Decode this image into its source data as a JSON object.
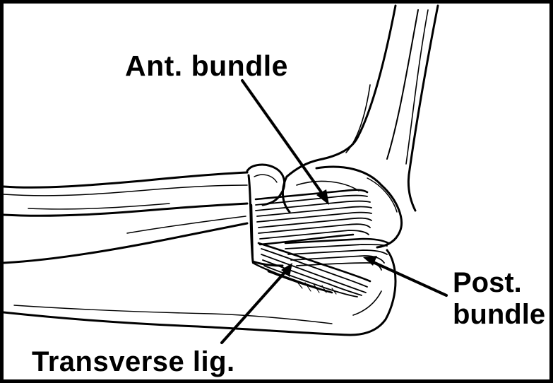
{
  "labels": {
    "anterior_bundle": "Ant. bundle",
    "posterior_bundle": "Post.\nbundle",
    "transverse_ligament": "Transverse lig."
  },
  "colors": {
    "ink": "#000000",
    "paper": "#ffffff"
  }
}
